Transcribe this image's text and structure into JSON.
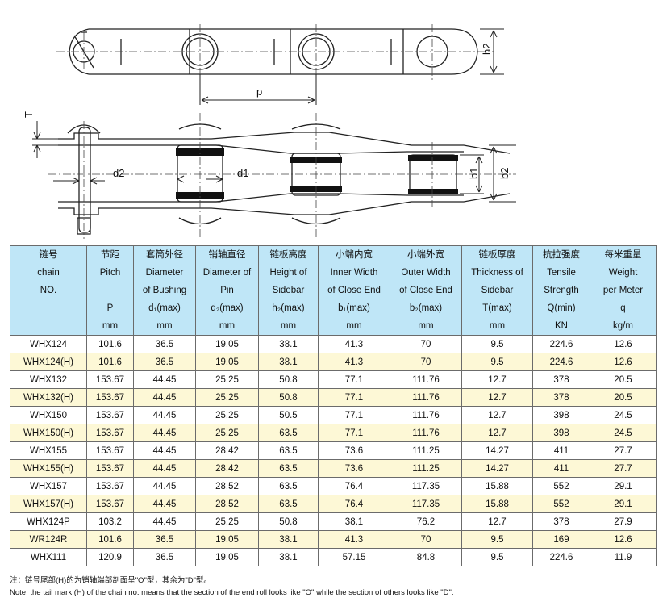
{
  "drawing": {
    "labels": {
      "h2": "h2",
      "p": "p",
      "T": "T",
      "d2": "d2",
      "d1": "d1",
      "b1": "b1",
      "b2": "b2"
    }
  },
  "table": {
    "headers": [
      [
        "链号",
        "chain",
        "NO.",
        "",
        ""
      ],
      [
        "节距",
        "Pitch",
        "",
        "P",
        "mm"
      ],
      [
        "套筒外径",
        "Diameter",
        "of Bushing",
        "d₁(max)",
        "mm"
      ],
      [
        "销轴直径",
        "Diameter of",
        "Pin",
        "d₂(max)",
        "mm"
      ],
      [
        "链板高度",
        "Height of",
        "Sidebar",
        "h₂(max)",
        "mm"
      ],
      [
        "小端内宽",
        "Inner Width",
        "of Close End",
        "b₁(max)",
        "mm"
      ],
      [
        "小端外宽",
        "Outer Width",
        "of Close End",
        "b₂(max)",
        "mm"
      ],
      [
        "链板厚度",
        "Thickness of",
        "Sidebar",
        "T(max)",
        "mm"
      ],
      [
        "抗拉强度",
        "Tensile",
        "Strength",
        "Q(min)",
        "KN"
      ],
      [
        "每米重量",
        "Weight",
        "per Meter",
        "q",
        "kg/m"
      ]
    ],
    "rows": [
      [
        "WHX124",
        "101.6",
        "36.5",
        "19.05",
        "38.1",
        "41.3",
        "70",
        "9.5",
        "224.6",
        "12.6"
      ],
      [
        "WHX124(H)",
        "101.6",
        "36.5",
        "19.05",
        "38.1",
        "41.3",
        "70",
        "9.5",
        "224.6",
        "12.6"
      ],
      [
        "WHX132",
        "153.67",
        "44.45",
        "25.25",
        "50.8",
        "77.1",
        "111.76",
        "12.7",
        "378",
        "20.5"
      ],
      [
        "WHX132(H)",
        "153.67",
        "44.45",
        "25.25",
        "50.8",
        "77.1",
        "111.76",
        "12.7",
        "378",
        "20.5"
      ],
      [
        "WHX150",
        "153.67",
        "44.45",
        "25.25",
        "50.5",
        "77.1",
        "111.76",
        "12.7",
        "398",
        "24.5"
      ],
      [
        "WHX150(H)",
        "153.67",
        "44.45",
        "25.25",
        "63.5",
        "77.1",
        "111.76",
        "12.7",
        "398",
        "24.5"
      ],
      [
        "WHX155",
        "153.67",
        "44.45",
        "28.42",
        "63.5",
        "73.6",
        "111.25",
        "14.27",
        "411",
        "27.7"
      ],
      [
        "WHX155(H)",
        "153.67",
        "44.45",
        "28.42",
        "63.5",
        "73.6",
        "111.25",
        "14.27",
        "411",
        "27.7"
      ],
      [
        "WHX157",
        "153.67",
        "44.45",
        "28.52",
        "63.5",
        "76.4",
        "117.35",
        "15.88",
        "552",
        "29.1"
      ],
      [
        "WHX157(H)",
        "153.67",
        "44.45",
        "28.52",
        "63.5",
        "76.4",
        "117.35",
        "15.88",
        "552",
        "29.1"
      ],
      [
        "WHX124P",
        "103.2",
        "44.45",
        "25.25",
        "50.8",
        "38.1",
        "76.2",
        "12.7",
        "378",
        "27.9"
      ],
      [
        "WR124R",
        "101.6",
        "36.5",
        "19.05",
        "38.1",
        "41.3",
        "70",
        "9.5",
        "169",
        "12.6"
      ],
      [
        "WHX111",
        "120.9",
        "36.5",
        "19.05",
        "38.1",
        "57.15",
        "84.8",
        "9.5",
        "224.6",
        "11.9"
      ]
    ]
  },
  "notes": {
    "zh": "注：链号尾部(H)的为销轴端部剖面呈\"O\"型，其余为\"D\"型。",
    "en": "Note: the tail mark (H) of the chain no. means that the section of the end roll looks like \"O\" while the section of others looks like \"D\"."
  }
}
